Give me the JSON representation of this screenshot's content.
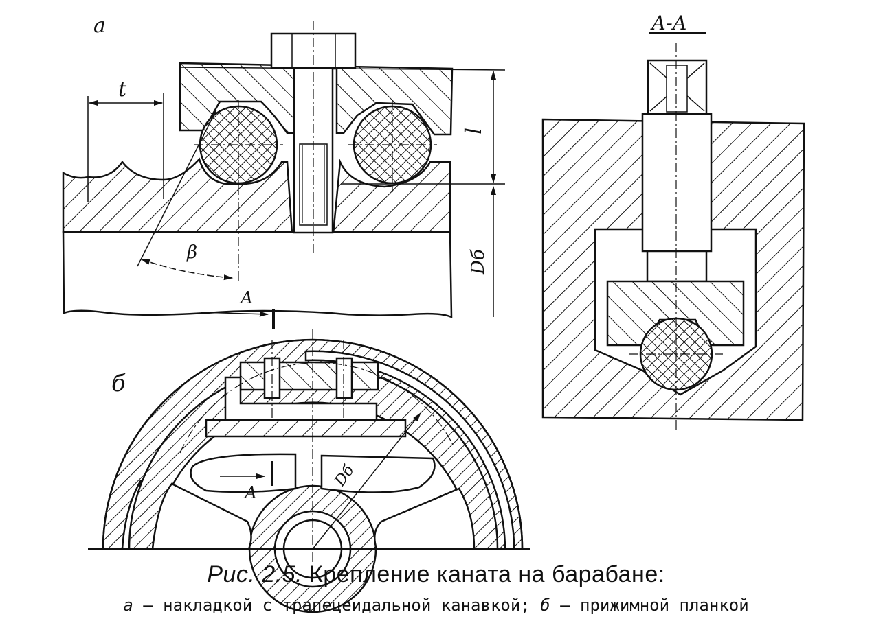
{
  "figure": {
    "panel_a_label": "а",
    "panel_b_label": "б",
    "section_label": "А-А",
    "dims": {
      "pitch": "t",
      "height": "l",
      "diameter_a": "Dб",
      "diameter_b": "Dб",
      "angle": "β",
      "section_mark_top": "А",
      "section_mark_bottom": "А"
    }
  },
  "caption": {
    "prefix": "Рис. 2.5.",
    "title": "Крепление каната на барабане:",
    "line2_a_marker": "а",
    "line2_a_text": "— накладкой с трапецеидальной канавкой;",
    "line2_b_marker": "б",
    "line2_b_text": "— прижимной планкой"
  }
}
